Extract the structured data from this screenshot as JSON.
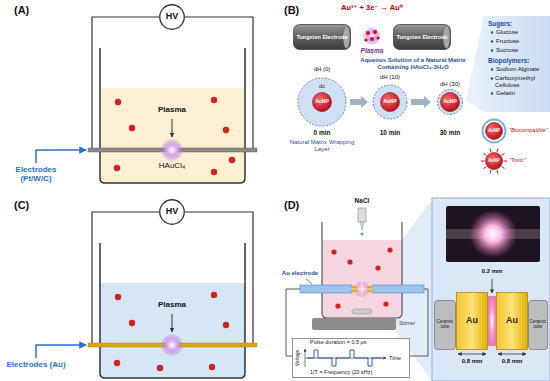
{
  "diagram": {
    "nodes": [
      {
        "text": [
          "HV"
        ]
      },
      {
        "text": [
          "Tungsten Electrode"
        ]
      },
      {
        "text": [
          "Tungsten Electrode"
        ]
      },
      {
        "text": [
          "AuNP"
        ]
      },
      {
        "text": [
          "AuNP"
        ]
      },
      {
        "text": [
          "AuNP"
        ]
      },
      {
        "text": [
          "AuNP",
          "\"Biocompatible\""
        ]
      },
      {
        "text": [
          "AuNP",
          "\"Toxic\""
        ]
      },
      {
        "text": [
          "HV"
        ]
      },
      {
        "text": [
          "Pulse duration = 0.5 μs",
          "Voltage",
          "Time",
          "1/T = Frequency (20 kHz)"
        ]
      },
      {
        "text": [
          "Ceramic tube"
        ]
      },
      {
        "text": [
          "Au"
        ]
      },
      {
        "text": [
          "Au"
        ]
      },
      {
        "text": [
          "Ceramic tube"
        ]
      }
    ],
    "labels": [
      "(A)",
      "Plasma",
      "HAuCl₄",
      "Electrodes (Pt/W/C)",
      "(B)",
      "Au³⁺ + 3e⁻ → Au⁰",
      "Plasma",
      "Aqueous Solution of a Natural Matrix Containing HAuCl₄·3H₂O",
      "dH (0)",
      "dc",
      "dH (10)",
      "dH (30)",
      "0 min",
      "10 min",
      "30 min",
      "Natural Matrix Wrapping Layer",
      "Sugars:",
      "Glucose",
      "Fructose",
      "Sucrose",
      "Biopolymers:",
      "Sodium Alginate",
      "Carboxymethyl Cellulose",
      "Gelatin",
      "(C)",
      "Plasma",
      "Electrodes (Au)",
      "(D)",
      "NaCl",
      "Au electrode",
      "Stirrer",
      "0.2 mm",
      "0.8 mm",
      "0.8 mm"
    ]
  }
}
